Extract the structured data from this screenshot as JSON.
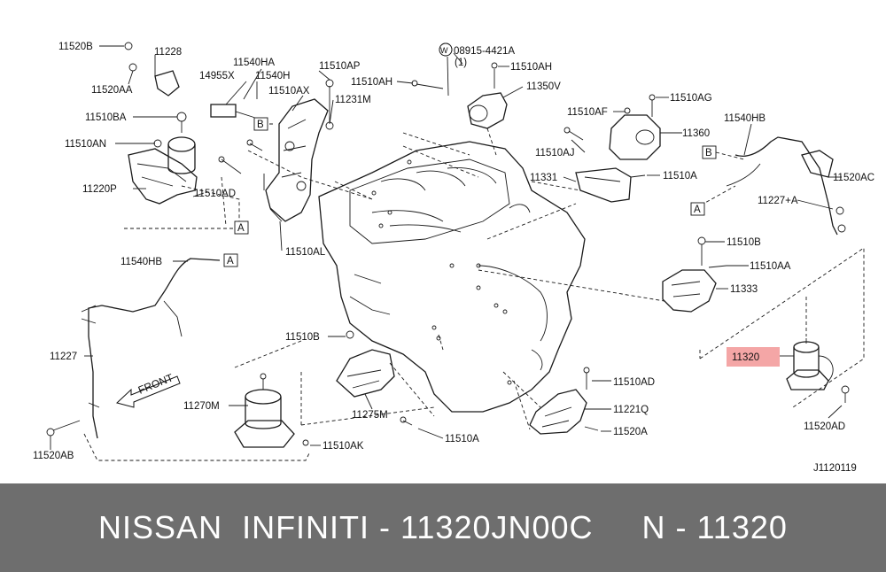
{
  "diagram_code": "J1120119",
  "direction_label": "FRONT",
  "highlight_color": "#f4a6a6",
  "footer": {
    "text": "NISSAN  INFINITI - 11320JN00C     N - 11320"
  },
  "labels": {
    "p11520B": "11520B",
    "p11228": "11228",
    "p11520AA": "11520AA",
    "p11540HA": "11540HA",
    "p14955X": "14955X",
    "p11540H": "11540H",
    "p11510AP": "11510AP",
    "p11510AX": "11510AX",
    "p11231M": "11231M",
    "p11510BA": "11510BA",
    "p11510AN": "11510AN",
    "p11220P": "11220P",
    "p11510AD_left": "11510AD",
    "p11510AL": "11510AL",
    "p08915": "08915-4421A",
    "p08915_qty": "(1)",
    "p11510AH_top": "11510AH",
    "p11510AH_left": "11510AH",
    "p11350V": "11350V",
    "p11510AF": "11510AF",
    "p11510AG": "11510AG",
    "p11360": "11360",
    "p11510AJ": "11510AJ",
    "p11331": "11331",
    "p11510A_mid": "11510A",
    "p11540HB_right": "11540HB",
    "p11520AC": "11520AC",
    "p11227A": "11227+A",
    "p11510B_right": "11510B",
    "p11510AA_right": "11510AA",
    "p11333": "11333",
    "p11320": "11320",
    "p11520AD": "11520AD",
    "p11510AD_right": "11510AD",
    "p11221Q": "11221Q",
    "p11520A": "11520A",
    "p11540HB_left": "11540HB",
    "p11227": "11227",
    "p11520AB": "11520AB",
    "p11510B_left": "11510B",
    "p11270M": "11270M",
    "p11275M": "11275M",
    "p11510AK": "11510AK",
    "p11510A_bottom": "11510A",
    "refA1": "A",
    "refA2": "A",
    "refA3": "A",
    "refB1": "B",
    "refB2": "B",
    "w_symbol": "W"
  }
}
